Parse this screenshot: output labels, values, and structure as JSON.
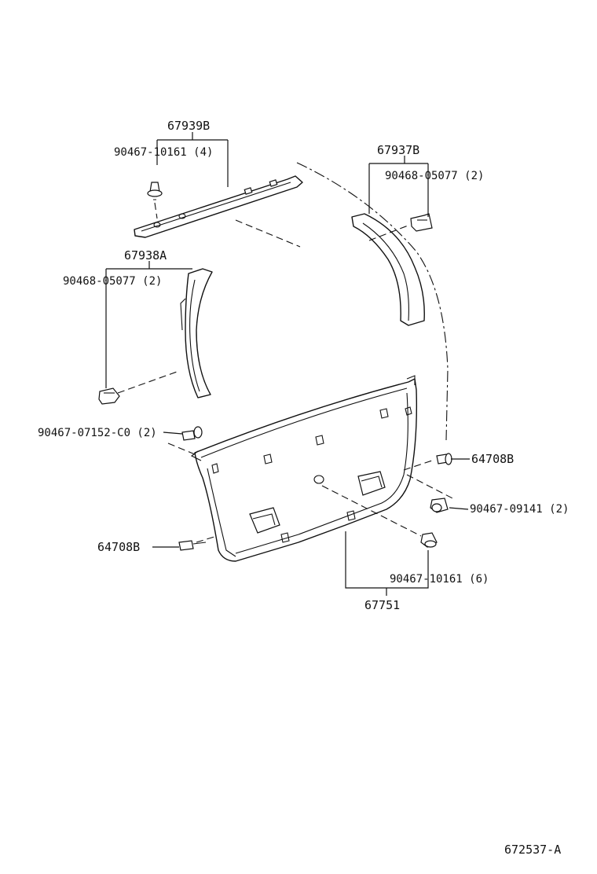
{
  "labels": {
    "p67939B": "67939B",
    "c9046710161_4": "90467-10161 (4)",
    "p67937B": "67937B",
    "c9046805077_2_right": "90468-05077 (2)",
    "p67938A": "67938A",
    "c9046805077_2_left": "90468-05077 (2)",
    "c9046707152": "90467-07152-C0 (2)",
    "p64708B_right": "64708B",
    "c9046709141": "90467-09141 (2)",
    "p64708B_left": "64708B",
    "c9046710161_6": "90467-10161 (6)",
    "p67751": "67751",
    "figure_code": "672537-A"
  }
}
